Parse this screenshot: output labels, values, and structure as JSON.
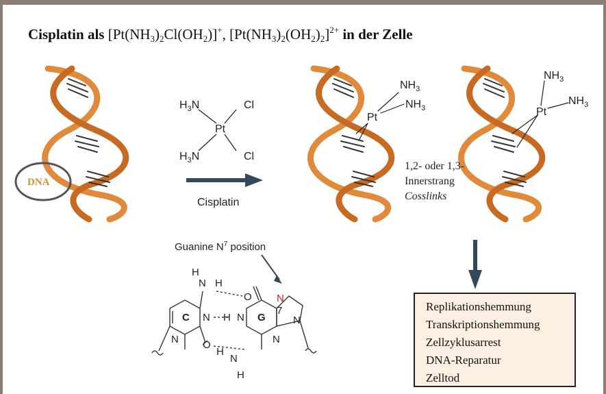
{
  "title": {
    "lead": "Cisplatin als",
    "formula_1": "[Pt(NH",
    "formula_1_sub_a": "3",
    "formula_1_mid": ")",
    "formula_1_sub_b": "2",
    "formula_1_mid2": "Cl(OH",
    "formula_1_sub_c": "2",
    "formula_1_end": ")]",
    "formula_1_sup": "+",
    "sep": ", ",
    "formula_2": "[Pt(NH",
    "formula_2_sub_a": "3",
    "formula_2_mid": ")",
    "formula_2_sub_b": "2",
    "formula_2_mid2": "(OH",
    "formula_2_sub_c": "2",
    "formula_2_mid3": ")",
    "formula_2_sub_d": "2",
    "formula_2_end": "]",
    "formula_2_sup": "2+",
    "tail": " in der Zelle"
  },
  "dna_label": "DNA",
  "cisplatin": {
    "ligand_top_left": "H",
    "ligand_top_left_sub": "3",
    "ligand_top_left_n": "N",
    "ligand_top_right": "Cl",
    "center": "Pt",
    "ligand_bottom_left": "H",
    "ligand_bottom_left_sub": "3",
    "ligand_bottom_left_n": "N",
    "ligand_bottom_right": "Cl",
    "arrow_label": "Cisplatin"
  },
  "adduct_1": {
    "center": "Pt",
    "nh3_a": "NH",
    "nh3_a_sub": "3",
    "nh3_b": "NH",
    "nh3_b_sub": "3"
  },
  "adduct_2": {
    "center": "Pt",
    "nh3_a": "NH",
    "nh3_a_sub": "3",
    "nh3_b": "NH",
    "nh3_b_sub": "3"
  },
  "crosslink": {
    "line1": "1,2- oder 1,3-",
    "line2": "Innerstrang",
    "line3": "Cosslinks"
  },
  "guanine_label": {
    "text": "Guanine N",
    "sup": "7",
    "tail": " position"
  },
  "base_pair": {
    "H_top": "H",
    "N_top": "N",
    "H_top2": "H",
    "O_top": "O",
    "C_label": "C",
    "N_mid_left": "N",
    "H_mid": "H",
    "N_mid_right": "N",
    "G_label": "G",
    "N7": "N",
    "N7_num": "7",
    "N_ring_r": "N",
    "N_bottom_left": "N",
    "O_bottom": "O",
    "H_bottom": "H",
    "N_bottom": "N",
    "H_bottom2": "H",
    "N_ring_g": "N"
  },
  "effects": [
    "Replikationshemmung",
    "Transkriptionshemmung",
    "Zellzyklusarrest",
    "DNA-Reparatur",
    "Zelltod"
  ],
  "colors": {
    "dna_strand": "#e08a3c",
    "dna_strand_dark": "#b05a18",
    "arrow": "#34485a",
    "box_fill": "#fdf0e3",
    "n7_red": "#d02020",
    "dna_label": "#d99030"
  }
}
